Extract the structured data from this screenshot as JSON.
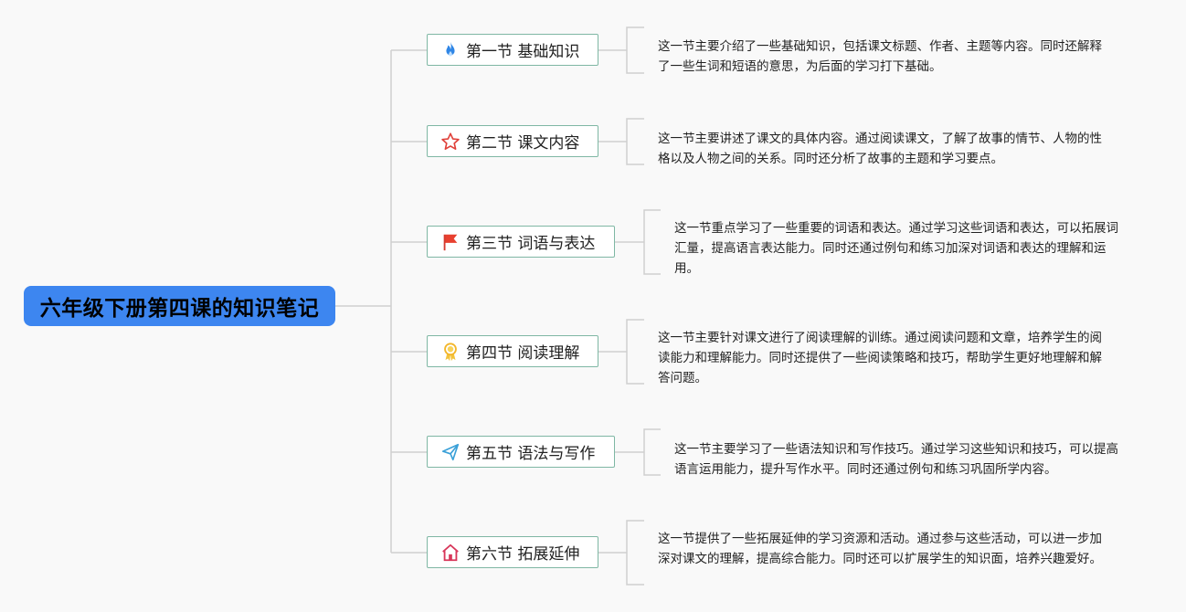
{
  "root": {
    "title": "六年级下册第四课的知识笔记"
  },
  "colors": {
    "root_bg": "#3d86f0",
    "node_border": "#7fb7a4",
    "connector": "#cfcfcf"
  },
  "sections": [
    {
      "icon": "fire-icon",
      "title": "第一节 基础知识",
      "description": "这一节主要介绍了一些基础知识，包括课文标题、作者、主题等内容。同时还解释了一些生词和短语的意思，为后面的学习打下基础。"
    },
    {
      "icon": "star-icon",
      "title": "第二节 课文内容",
      "description": "这一节主要讲述了课文的具体内容。通过阅读课文，了解了故事的情节、人物的性格以及人物之间的关系。同时还分析了故事的主题和学习要点。"
    },
    {
      "icon": "flag-icon",
      "title": "第三节 词语与表达",
      "description": "这一节重点学习了一些重要的词语和表达。通过学习这些词语和表达，可以拓展词汇量，提高语言表达能力。同时还通过例句和练习加深对词语和表达的理解和运用。"
    },
    {
      "icon": "award-ribbon-icon",
      "title": "第四节 阅读理解",
      "description": "这一节主要针对课文进行了阅读理解的训练。通过阅读问题和文章，培养学生的阅读能力和理解能力。同时还提供了一些阅读策略和技巧，帮助学生更好地理解和解答问题。"
    },
    {
      "icon": "paper-plane-icon",
      "title": "第五节 语法与写作",
      "description": "这一节主要学习了一些语法知识和写作技巧。通过学习这些知识和技巧，可以提高语言运用能力，提升写作水平。同时还通过例句和练习巩固所学内容。"
    },
    {
      "icon": "home-icon",
      "title": "第六节 拓展延伸",
      "description": "这一节提供了一些拓展延伸的学习资源和活动。通过参与这些活动，可以进一步加深对课文的理解，提高综合能力。同时还可以扩展学生的知识面，培养兴趣爱好。"
    }
  ]
}
